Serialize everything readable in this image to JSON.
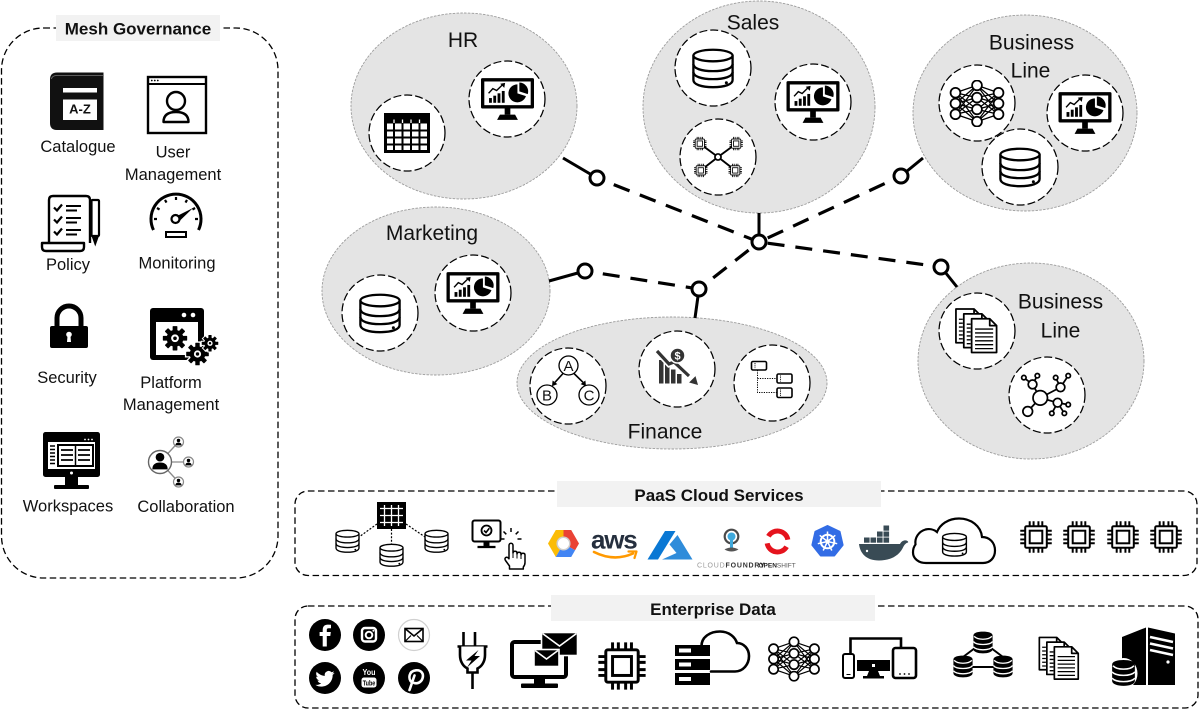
{
  "governance": {
    "title": "Mesh Governance",
    "items": [
      {
        "id": "catalogue",
        "icon": "catalogue-book",
        "icon_text": "A-Z",
        "label": [
          "Catalogue"
        ]
      },
      {
        "id": "user-management",
        "icon": "user-profile-window",
        "label": [
          "User",
          "Management"
        ]
      },
      {
        "id": "policy",
        "icon": "policy-checklist",
        "label": [
          "Policy"
        ]
      },
      {
        "id": "monitoring",
        "icon": "speedometer-gauge",
        "label": [
          "Monitoring"
        ]
      },
      {
        "id": "security",
        "icon": "padlock",
        "label": [
          "Security"
        ]
      },
      {
        "id": "platform-management",
        "icon": "settings-window-gears",
        "label": [
          "Platform",
          "Management"
        ]
      },
      {
        "id": "workspaces",
        "icon": "desktop-workspace",
        "label": [
          "Workspaces"
        ]
      },
      {
        "id": "collaboration",
        "icon": "people-network",
        "label": [
          "Collaboration"
        ]
      }
    ]
  },
  "domains": [
    {
      "id": "hr",
      "label": [
        "HR"
      ],
      "data_products": [
        "spreadsheet-table",
        "analytics-dashboard"
      ]
    },
    {
      "id": "sales",
      "label": [
        "Sales"
      ],
      "data_products": [
        "database",
        "analytics-dashboard",
        "chip-network"
      ]
    },
    {
      "id": "business-line-top",
      "label": [
        "Business",
        "Line"
      ],
      "data_products": [
        "neural-network",
        "analytics-dashboard",
        "database"
      ]
    },
    {
      "id": "marketing",
      "label": [
        "Marketing"
      ],
      "data_products": [
        "database",
        "analytics-dashboard"
      ]
    },
    {
      "id": "finance",
      "label": [
        "Finance"
      ],
      "data_products": [
        "abc-decision-graph",
        "financial-decline-chart",
        "hierarchy-tree"
      ],
      "graph_nodes": [
        "A",
        "B",
        "C"
      ],
      "coin_symbol": "$"
    },
    {
      "id": "business-line-bottom",
      "label": [
        "Business",
        "Line"
      ],
      "data_products": [
        "stacked-documents",
        "network-graph"
      ]
    }
  ],
  "mesh_links": [
    [
      "hr",
      "hub"
    ],
    [
      "sales",
      "hub"
    ],
    [
      "business-line-top",
      "hub"
    ],
    [
      "business-line-bottom",
      "hub"
    ],
    [
      "marketing",
      "finance"
    ],
    [
      "finance",
      "hub"
    ]
  ],
  "paas": {
    "title": "PaaS Cloud Services",
    "items": [
      {
        "icon": "distributed-database"
      },
      {
        "icon": "monitor-click"
      },
      {
        "icon": "google-cloud-logo"
      },
      {
        "icon": "aws-logo",
        "text": "aws"
      },
      {
        "icon": "azure-logo"
      },
      {
        "icon": "cloud-foundry-logo",
        "text": [
          "CLOUD",
          "FOUNDRY"
        ]
      },
      {
        "icon": "openshift-logo",
        "text": [
          "OPEN",
          "SHIFT"
        ]
      },
      {
        "icon": "kubernetes-logo"
      },
      {
        "icon": "docker-logo"
      },
      {
        "icon": "cloud-database"
      },
      {
        "icon": "cpu-chip"
      },
      {
        "icon": "cpu-chip"
      },
      {
        "icon": "cpu-chip"
      },
      {
        "icon": "cpu-chip"
      }
    ]
  },
  "enterprise": {
    "title": "Enterprise Data",
    "social": [
      {
        "icon": "facebook"
      },
      {
        "icon": "instagram"
      },
      {
        "icon": "email"
      },
      {
        "icon": "twitter"
      },
      {
        "icon": "youtube",
        "text": [
          "You",
          "Tube"
        ]
      },
      {
        "icon": "pinterest"
      }
    ],
    "items": [
      {
        "icon": "power-plug"
      },
      {
        "icon": "monitor-email"
      },
      {
        "icon": "cpu-chip"
      },
      {
        "icon": "server-cloud"
      },
      {
        "icon": "neural-network"
      },
      {
        "icon": "multi-device"
      },
      {
        "icon": "database-network"
      },
      {
        "icon": "stacked-documents"
      },
      {
        "icon": "server-database"
      }
    ]
  },
  "colors": {
    "domain_fill": "#e4e4e4",
    "label_background": "#f2f2f2",
    "aws_text": "#252f3e",
    "aws_orange": "#ff9900",
    "azure_blue": "#0a78d4",
    "cloud_foundry_blue": "#3fa9dc",
    "openshift_red": "#e5131d",
    "kubernetes_blue": "#326ce5",
    "docker_slate": "#394b55",
    "google_yellow": "#fbbc05",
    "google_red": "#ea4335",
    "google_blue": "#4285f4"
  }
}
